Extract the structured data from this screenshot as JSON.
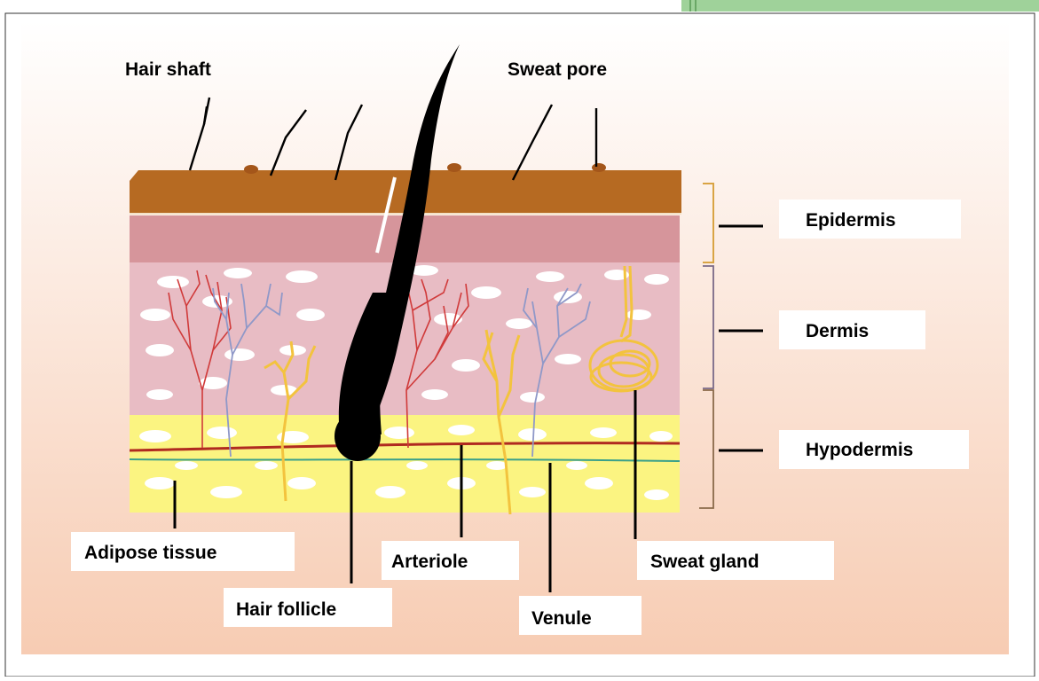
{
  "labels": {
    "hair_shaft": "Hair shaft",
    "sweat_pore": "Sweat pore",
    "epidermis": "Epidermis",
    "dermis": "Dermis",
    "hypodermis": "Hypodermis",
    "adipose_tissue": "Adipose tissue",
    "arteriole": "Arteriole",
    "sweat_gland": "Sweat gland",
    "hair_follicle": "Hair follicle",
    "venule": "Venule"
  },
  "colors": {
    "background_top": "#ffffff",
    "background_bottom": "#f7ccb3",
    "epidermis_top": "#b66a22",
    "epidermis_lower": "#d6959b",
    "dermis": "#e8bcc4",
    "hypodermis": "#fbf481",
    "fat_cells": "#ffffff",
    "hair": "#000000",
    "arteriole_vessels": "#d03a3a",
    "venule_vessels": "#8f98c8",
    "sweat_gland": "#f3c33e",
    "bracket": "#d9a444",
    "accent_tab": "#9fd29a"
  }
}
